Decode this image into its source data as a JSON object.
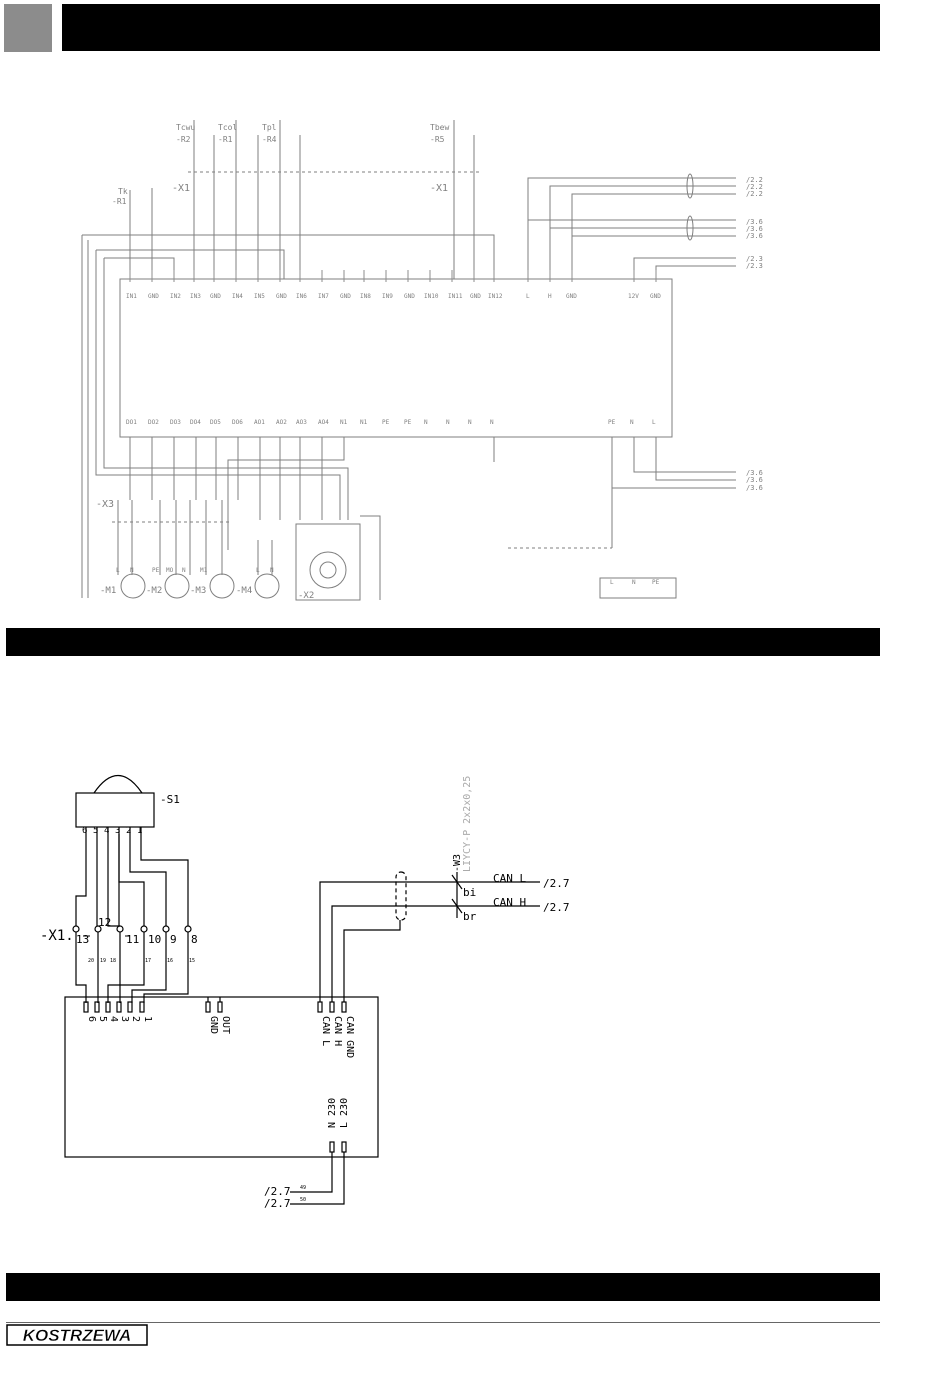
{
  "brand": {
    "name": "KOSTRZEWA",
    "color": "#000000"
  },
  "bars": {
    "color": "#000000",
    "accent": "#8c8c8c"
  },
  "top_diagram": {
    "sensors": [
      {
        "ref": "-R2",
        "name": "Tcwu"
      },
      {
        "ref": "-R1",
        "name": "Tcol"
      },
      {
        "ref": "-R4",
        "name": "Tpl"
      },
      {
        "ref": "-R5",
        "name": "Tbew"
      },
      {
        "ref": "-R1",
        "name": "Tk"
      }
    ],
    "terminals": [
      "-X1",
      "-X1",
      "-X3",
      "-X2"
    ],
    "inputs": [
      "IN1",
      "GND",
      "IN2",
      "IN3",
      "GND",
      "IN4",
      "IN5",
      "GND",
      "IN6",
      "IN7",
      "GND",
      "IN8",
      "IN9",
      "GND",
      "IN10",
      "IN11",
      "GND",
      "IN12",
      "L",
      "H",
      "GND",
      "12V",
      "GND"
    ],
    "outputs": [
      "DO1",
      "DO2",
      "DO3",
      "DO4",
      "DO5",
      "DO6",
      "AO1",
      "AO2",
      "AO3",
      "AO4",
      "N1",
      "N1",
      "PE",
      "PE",
      "N",
      "N",
      "N",
      "N",
      "PE",
      "N",
      "L"
    ],
    "motors": [
      {
        "ref": "-M1",
        "pins": [
          "L",
          "N"
        ]
      },
      {
        "ref": "-M2",
        "pins": [
          "PE",
          "MO"
        ]
      },
      {
        "ref": "-M3",
        "pins": [
          "N",
          "M1"
        ]
      },
      {
        "ref": "-M4",
        "pins": [
          "L",
          "N"
        ]
      }
    ],
    "extra_pins": [
      "L",
      "N",
      "PE"
    ],
    "refs": [
      "/2.2",
      "/2.2",
      "/2.2",
      "/3.6",
      "/3.6",
      "/3.6",
      "/2.3",
      "/2.3",
      "/3.6",
      "/3.6",
      "/3.6"
    ]
  },
  "bottom_diagram": {
    "switch_ref": "-S1",
    "switch_pins": [
      "6",
      "5",
      "4",
      "3",
      "2",
      "1"
    ],
    "terminal_ref": "-X1.",
    "terminal_numbers": [
      "13",
      "12",
      "11",
      "10",
      "9",
      "8"
    ],
    "wire_numbers": [
      "20",
      "19",
      "18",
      "17",
      "16",
      "15"
    ],
    "module_pins": [
      "6",
      "5",
      "4",
      "3",
      "2",
      "1"
    ],
    "io_pins": [
      "GND",
      "OUT"
    ],
    "can_pins": [
      "CAN L",
      "CAN H",
      "CAN GND"
    ],
    "power_pins": [
      "N 230",
      "L 230"
    ],
    "cable_ref": "-W3",
    "cable_type": "LIYCY-P 2x2x0,25",
    "cable_cores": [
      "bi",
      "br"
    ],
    "can_signals": [
      {
        "label": "CAN L",
        "ref": "/2.7"
      },
      {
        "label": "CAN H",
        "ref": "/2.7"
      }
    ],
    "power_refs": [
      {
        "ref": "/2.7",
        "wire": "49"
      },
      {
        "ref": "/2.7",
        "wire": "50"
      }
    ]
  }
}
